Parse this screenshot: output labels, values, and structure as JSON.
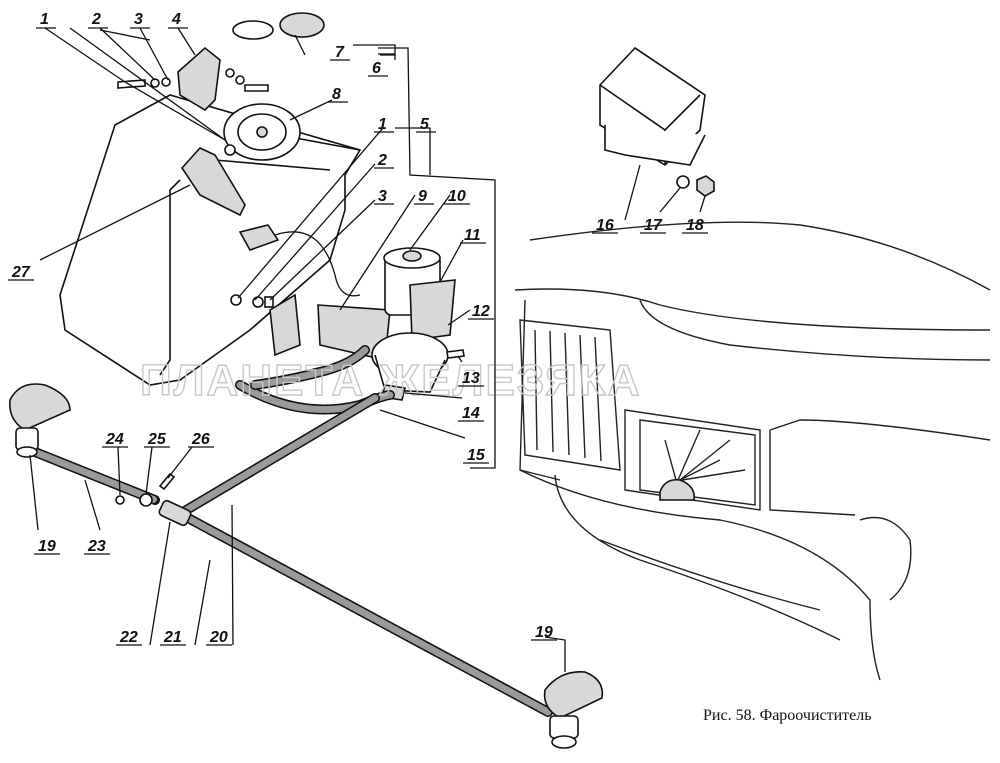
{
  "caption": "Рис. 58. Фароочиститель",
  "watermark": "ПЛАНЕТА ЖЕЛЕЗЯКА",
  "callouts": [
    "1",
    "2",
    "3",
    "4",
    "5",
    "6",
    "7",
    "8",
    "9",
    "10",
    "11",
    "12",
    "13",
    "14",
    "15",
    "16",
    "17",
    "18",
    "19",
    "20",
    "21",
    "22",
    "23",
    "24",
    "25",
    "26",
    "27"
  ],
  "callouts_repeat": [
    "1",
    "2",
    "3",
    "19"
  ]
}
